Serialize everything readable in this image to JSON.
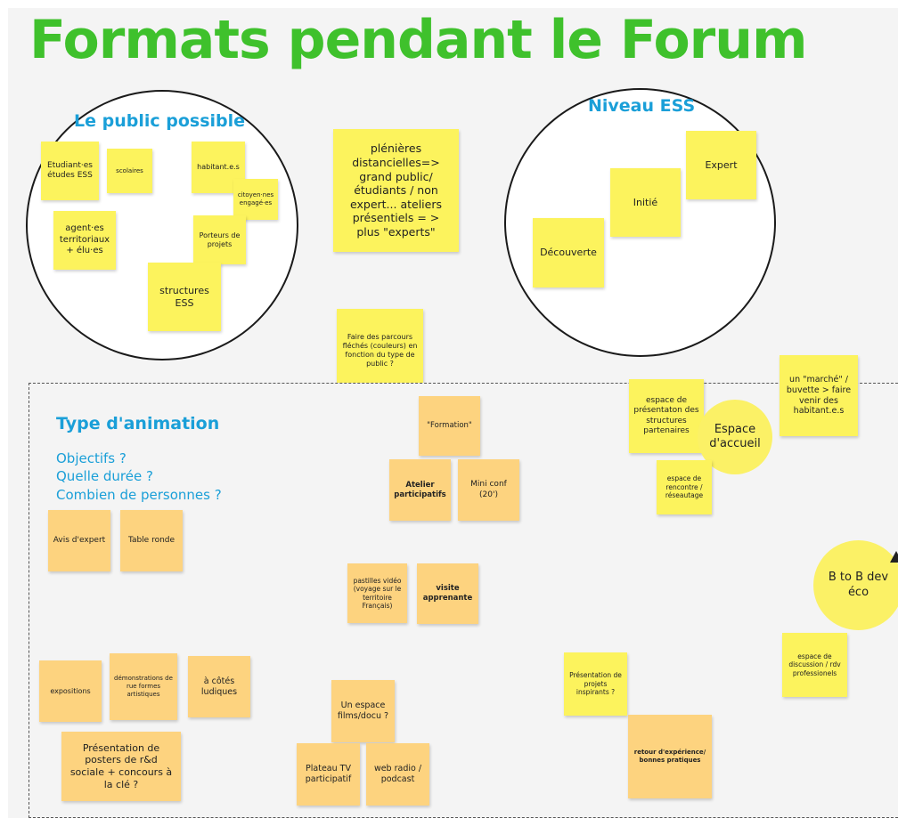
{
  "title": "Formats pendant le Forum",
  "circles": {
    "public": {
      "title": "Le public possible",
      "notes": [
        "Etudiant·es études ESS",
        "scolaires",
        "habitant.e.s",
        "citoyen·nes engagé·es",
        "agent·es territoriaux + élu·es",
        "Porteurs de projets",
        "structures ESS"
      ]
    },
    "ess": {
      "title": "Niveau ESS",
      "notes": [
        "Expert",
        "Initié",
        "Découverte"
      ]
    }
  },
  "notes_top": {
    "plenieres": "plénières distancielles=> grand public/ étudiants / non expert... ateliers présentiels = > plus \"experts\"",
    "parcours": "Faire des parcours fléchés (couleurs) en fonction du type de public ?"
  },
  "animation": {
    "title": "Type d'animation",
    "questions": [
      "Objectifs ?",
      "Quelle durée ?",
      "Combien de personnes ?"
    ],
    "notes": {
      "formation": "\"Formation\"",
      "atelier": "Atelier participatifs",
      "miniconf": "Mini conf (20')",
      "avis": "Avis d'expert",
      "table": "Table ronde",
      "pastilles": "pastilles vidéo (voyage sur le territoire Français)",
      "visite": "visite apprenante",
      "expositions": "expositions",
      "demonstrations": "démonstrations de rue formes artistiques",
      "cotes": "à côtés ludiques",
      "posters": "Présentation de posters de r&d sociale + concours à la clé ?",
      "espace_films": "Un espace films/docu ?",
      "plateau": "Plateau TV participatif",
      "webradio": "web radio / podcast",
      "presentation_projets": "Présentation de projets inspirants ?",
      "retour": "retour d'expérience/ bonnes pratiques"
    }
  },
  "accueil": {
    "circle": "Espace d'accueil",
    "presentation": "espace de présentaton des structures partenaires",
    "marche": "un \"marché\" / buvette > faire venir des habitant.e.s",
    "rencontre": "espace de rencontre / réseautage"
  },
  "btob": {
    "circle": "B to B dev éco",
    "discussion": "espace de discussion / rdv professionels",
    "warning_icon": "warning-icon"
  },
  "colors": {
    "title_green": "#3fc12c",
    "heading_blue": "#1a9fd8",
    "sticky_yellow": "#fcf35d",
    "sticky_orange": "#fdd37f",
    "circle_yellow": "#fbf166"
  }
}
